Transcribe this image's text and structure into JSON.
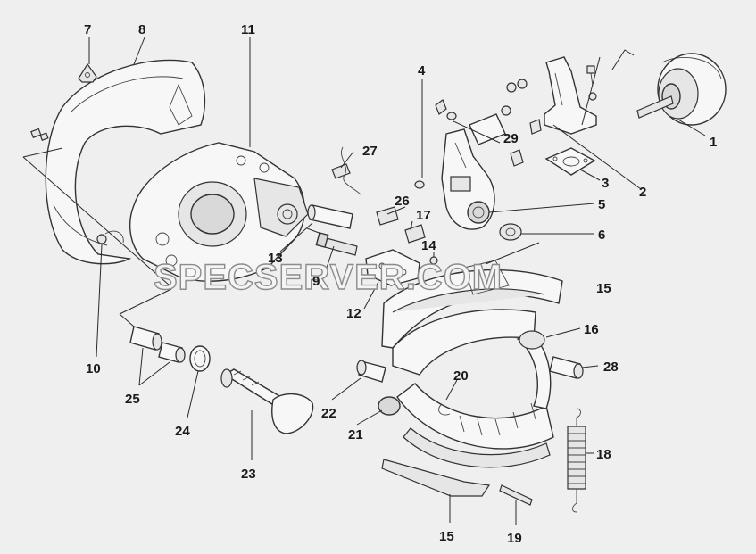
{
  "watermark": "SPECSERVER.COM",
  "labels": {
    "p1": "1",
    "p2": "2",
    "p3": "3",
    "p4": "4",
    "p5": "5",
    "p6": "6",
    "p7": "7",
    "p8": "8",
    "p9": "9",
    "p10": "10",
    "p11": "11",
    "p12": "12",
    "p13": "13",
    "p14": "14",
    "p15a": "15",
    "p15b": "15",
    "p16": "16",
    "p17": "17",
    "p18": "18",
    "p19": "19",
    "p20": "20",
    "p21": "21",
    "p22": "22",
    "p23": "23",
    "p24": "24",
    "p25": "25",
    "p26": "26",
    "p27": "27",
    "p28": "28",
    "p29": "29"
  }
}
